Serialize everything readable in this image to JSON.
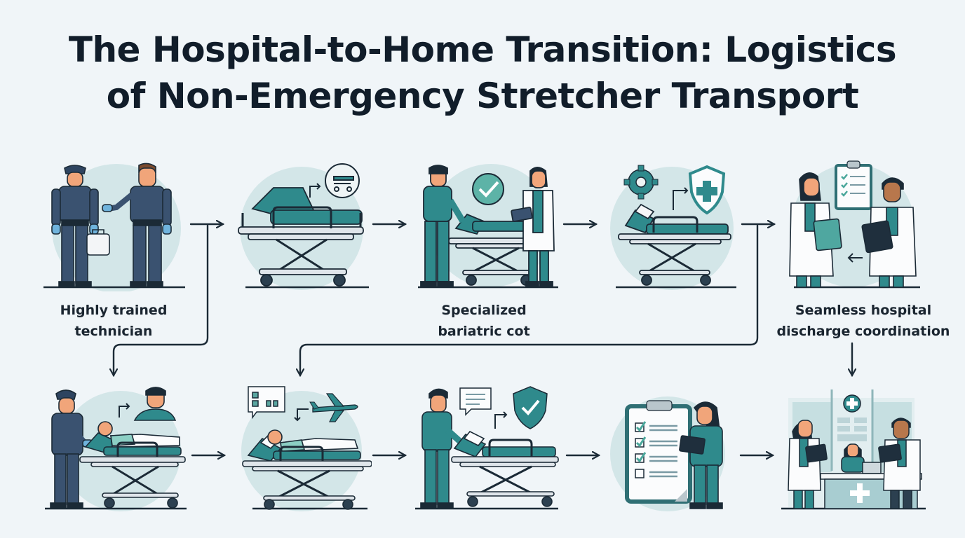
{
  "title": {
    "line1": "The Hospital-to-Home Transition: Logistics",
    "line2": "of Non-Emergency Stretcher Transport"
  },
  "colors": {
    "background": "#f0f5f8",
    "circle": "#d3e6e8",
    "teal": "#2f8a8c",
    "teal_dark": "#236f72",
    "navy_uniform": "#3a5270",
    "outline": "#1b2a36",
    "skin": "#f1a57a",
    "skin_dark": "#b8774c",
    "metal": "#dfe5ea",
    "glove": "#6fb3dc"
  },
  "captions": {
    "step1": [
      "Highly trained",
      "technician"
    ],
    "step3": [
      "Specialized",
      "bariatric cot"
    ],
    "step5": [
      "Seamless hospital",
      "discharge coordination"
    ]
  },
  "steps": {
    "top": [
      {
        "id": "technicians",
        "icon": "two-technicians-with-medical-bag"
      },
      {
        "id": "stretcher",
        "icon": "stretcher-with-cot-badge"
      },
      {
        "id": "bariatric-cot",
        "icon": "nurse-doctor-with-cot-check"
      },
      {
        "id": "safety",
        "icon": "stretcher-gear-shield"
      },
      {
        "id": "discharge",
        "icon": "doctors-with-clipboard"
      }
    ],
    "bottom": [
      {
        "id": "patient-loading",
        "icon": "technician-patient-on-stretcher"
      },
      {
        "id": "patient-transport",
        "icon": "patient-stretcher-airplane"
      },
      {
        "id": "communication",
        "icon": "nurse-stretcher-shield-check"
      },
      {
        "id": "checklist",
        "icon": "nurse-checklist"
      },
      {
        "id": "reception",
        "icon": "hospital-reception-desk"
      }
    ]
  }
}
